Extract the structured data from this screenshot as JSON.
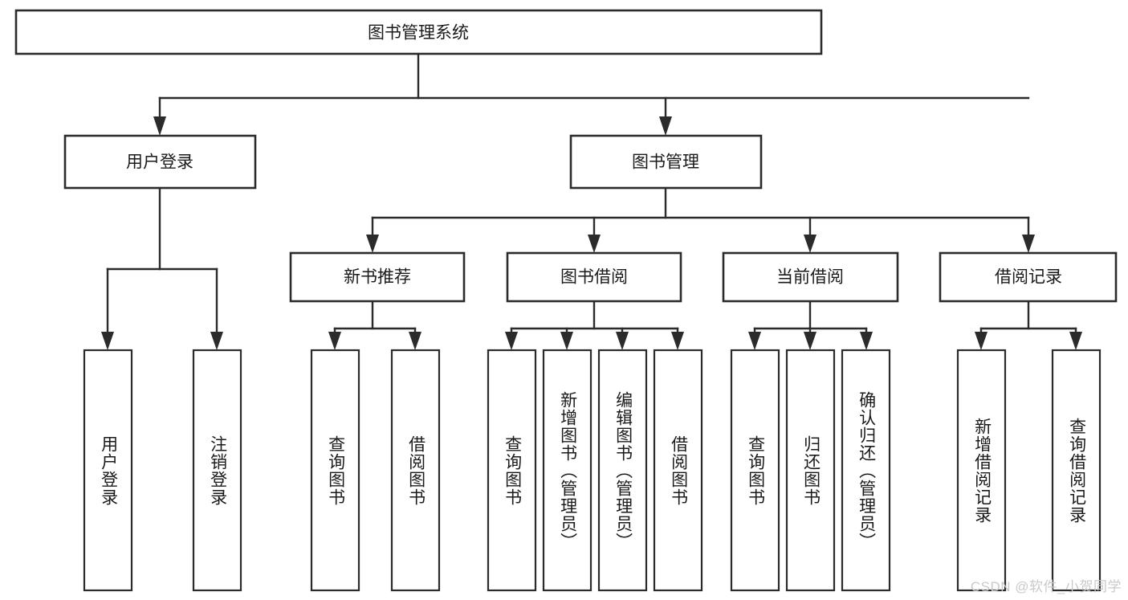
{
  "diagram": {
    "title_node": {
      "label": "图书管理系统"
    },
    "colors": {
      "stroke": "#2b2b2b",
      "fill": "#ffffff",
      "text": "#1a1a1a",
      "watermark": "#c9c9c9"
    },
    "level2": [
      {
        "label": "用户登录"
      },
      {
        "label": "图书管理"
      }
    ],
    "level3": [
      {
        "label": "新书推荐"
      },
      {
        "label": "图书借阅"
      },
      {
        "label": "当前借阅"
      },
      {
        "label": "借阅记录"
      }
    ],
    "leaves": {
      "user_login": [
        {
          "label": "用户登录"
        },
        {
          "label": "注销登录"
        }
      ],
      "new_book": [
        {
          "label": "查询图书"
        },
        {
          "label": "借阅图书"
        }
      ],
      "book_borrow": [
        {
          "label": "查询图书"
        },
        {
          "label": "新增图书（管理员）"
        },
        {
          "label": "编辑图书（管理员）"
        },
        {
          "label": "借阅图书"
        }
      ],
      "current_borrow": [
        {
          "label": "查询图书"
        },
        {
          "label": "归还图书"
        },
        {
          "label": "确认归还（管理员）"
        }
      ],
      "borrow_record": [
        {
          "label": "新增借阅记录"
        },
        {
          "label": "查询借阅记录"
        }
      ]
    }
  },
  "watermark": {
    "text": "CSDN @软件_小贺同学"
  }
}
